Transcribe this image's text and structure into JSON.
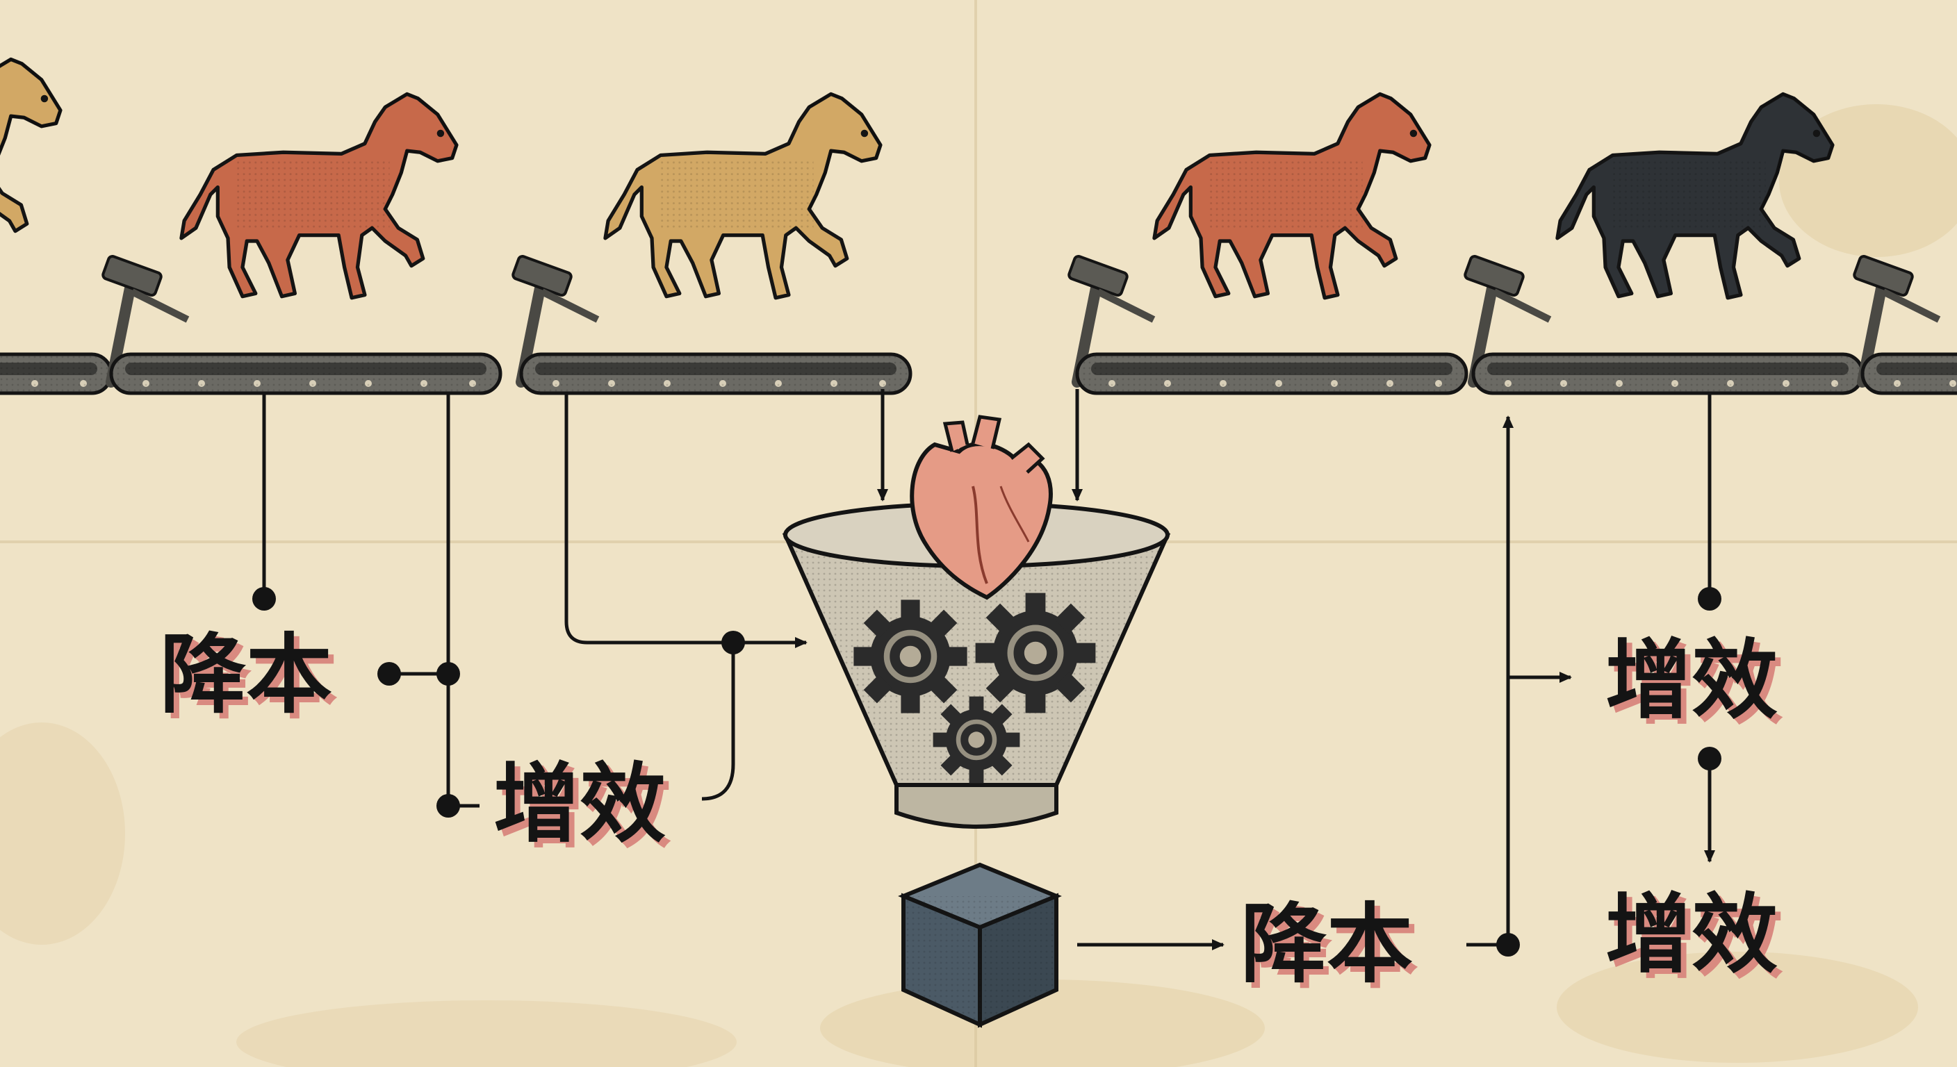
{
  "diagram": {
    "labels": {
      "left_cost": "降本",
      "left_efficiency": "增效",
      "bottom_cost": "降本",
      "right_efficiency_top": "增效",
      "right_efficiency_bottom": "增效"
    },
    "colors": {
      "paper": "#efe3c6",
      "paper_stain": "#e2cfa4",
      "ink": "#141414",
      "text_shadow": "#d98a80",
      "horse_tan": "#d2a865",
      "horse_red": "#c7694a",
      "horse_black": "#2e3236",
      "treadmill": "#6b6a64",
      "funnel": "#cdc6b4",
      "gear": "#2b2b2b",
      "heart": "#e59b86",
      "cube": "#4b5a66"
    },
    "icons": {
      "horses": [
        "horse-icon",
        "horse-icon",
        "horse-icon",
        "horse-icon",
        "horse-icon"
      ],
      "funnel": "funnel-icon",
      "heart": "heart-icon",
      "cube": "cube-icon",
      "gears": "gear-icon"
    }
  }
}
